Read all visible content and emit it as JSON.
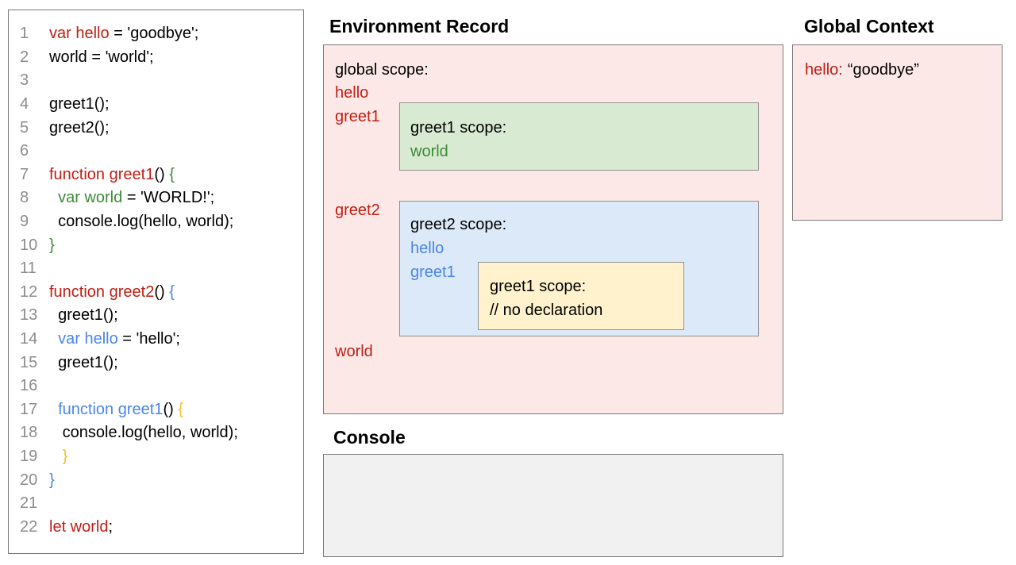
{
  "palette": {
    "red": "#c01e14",
    "green": "#3d8b37",
    "blue": "#4a86e8",
    "gold": "#f1c232",
    "black": "#000000",
    "line_number_gray": "#8c8c8c",
    "pink_fill": "#fce9e7",
    "green_fill": "#d9ead3",
    "blue_fill": "#dce9f8",
    "yellow_fill": "#fff2cc",
    "console_fill": "#f1f1f1",
    "border_dark": "#7a7a7a",
    "border_mid": "#909090"
  },
  "code_panel": {
    "lines": [
      {
        "num": "1",
        "segments": [
          {
            "t": "var hello ",
            "c": "red"
          },
          {
            "t": "= 'goodbye';",
            "c": "black"
          }
        ]
      },
      {
        "num": "2",
        "segments": [
          {
            "t": "world = 'world';",
            "c": "black"
          }
        ]
      },
      {
        "num": "3",
        "segments": []
      },
      {
        "num": "4",
        "segments": [
          {
            "t": "greet1();",
            "c": "black"
          }
        ]
      },
      {
        "num": "5",
        "segments": [
          {
            "t": "greet2();",
            "c": "black"
          }
        ]
      },
      {
        "num": "6",
        "segments": []
      },
      {
        "num": "7",
        "segments": [
          {
            "t": "function greet1",
            "c": "red"
          },
          {
            "t": "() ",
            "c": "black"
          },
          {
            "t": "{",
            "c": "green"
          }
        ]
      },
      {
        "num": "8",
        "segments": [
          {
            "t": "  var world ",
            "c": "green"
          },
          {
            "t": "= 'WORLD!';",
            "c": "black"
          }
        ]
      },
      {
        "num": "9",
        "segments": [
          {
            "t": "  console.log(hello, world);",
            "c": "black"
          }
        ]
      },
      {
        "num": "10",
        "segments": [
          {
            "t": "}",
            "c": "green"
          }
        ]
      },
      {
        "num": "11",
        "segments": []
      },
      {
        "num": "12",
        "segments": [
          {
            "t": "function greet2",
            "c": "red"
          },
          {
            "t": "() ",
            "c": "black"
          },
          {
            "t": "{",
            "c": "blue"
          }
        ]
      },
      {
        "num": "13",
        "segments": [
          {
            "t": "  greet1();",
            "c": "black"
          }
        ]
      },
      {
        "num": "14",
        "segments": [
          {
            "t": "  var hello ",
            "c": "blue"
          },
          {
            "t": "= 'hello';",
            "c": "black"
          }
        ]
      },
      {
        "num": "15",
        "segments": [
          {
            "t": "  greet1();",
            "c": "black"
          }
        ]
      },
      {
        "num": "16",
        "segments": []
      },
      {
        "num": "17",
        "segments": [
          {
            "t": "  function greet1",
            "c": "blue"
          },
          {
            "t": "() ",
            "c": "black"
          },
          {
            "t": "{",
            "c": "gold"
          }
        ]
      },
      {
        "num": "18",
        "segments": [
          {
            "t": "   console.log(hello, world);",
            "c": "black"
          }
        ]
      },
      {
        "num": "19",
        "segments": [
          {
            "t": "   }",
            "c": "gold"
          }
        ]
      },
      {
        "num": "20",
        "segments": [
          {
            "t": "}",
            "c": "blue"
          }
        ]
      },
      {
        "num": "21",
        "segments": []
      },
      {
        "num": "22",
        "segments": [
          {
            "t": "let world",
            "c": "red"
          },
          {
            "t": ";",
            "c": "black"
          }
        ]
      }
    ]
  },
  "environment_record": {
    "heading": "Environment Record",
    "global_scope_label": "global scope:",
    "var_hello": "hello",
    "var_greet1": "greet1",
    "var_greet2": "greet2",
    "var_world": "world",
    "greet1_scope": {
      "label": "greet1 scope:",
      "var_world": "world"
    },
    "greet2_scope": {
      "label": "greet2 scope:",
      "var_hello": "hello",
      "var_greet1": "greet1",
      "inner_greet1_scope": {
        "label": "greet1 scope:",
        "comment": "// no declaration"
      }
    }
  },
  "global_context": {
    "heading": "Global Context",
    "entry_key": "hello:",
    "entry_value": "“goodbye”"
  },
  "console": {
    "heading": "Console"
  }
}
